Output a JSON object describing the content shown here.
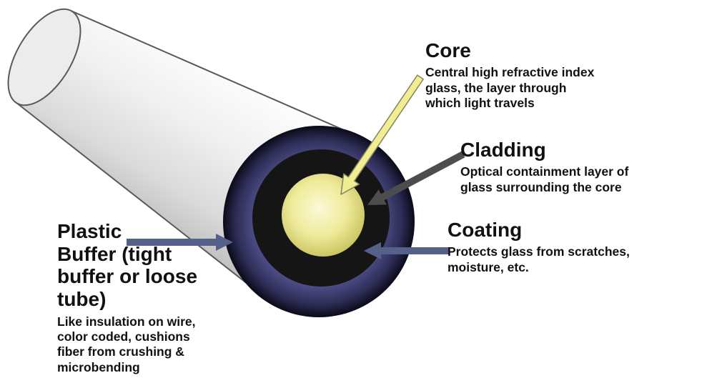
{
  "labels": {
    "core": {
      "title": "Core",
      "desc": "Central high refractive index\nglass, the layer through\nwhich light travels"
    },
    "cladding": {
      "title": "Cladding",
      "desc": "Optical containment layer of\nglass surrounding the core"
    },
    "coating": {
      "title": "Coating",
      "desc": "Protects glass from scratches,\nmoisture, etc."
    },
    "buffer": {
      "title": "Plastic\nBuffer (tight\nbuffer or loose\ntube)",
      "desc": "Like insulation on wire,\ncolor coded, cushions\nfiber from crushing &\nmicrobending"
    }
  },
  "colors": {
    "core_arrow": "#f0ed92",
    "core_arrow_outline": "#84845c",
    "cladding_arrow": "#4d4d4d",
    "coating_arrow": "#566189",
    "buffer_arrow": "#566189",
    "core_fill": "#efeb9a",
    "cladding_fill": "#151515",
    "outer_ring_fill": "#4d4d86",
    "cable_body_fill": "#e8e8e8"
  }
}
